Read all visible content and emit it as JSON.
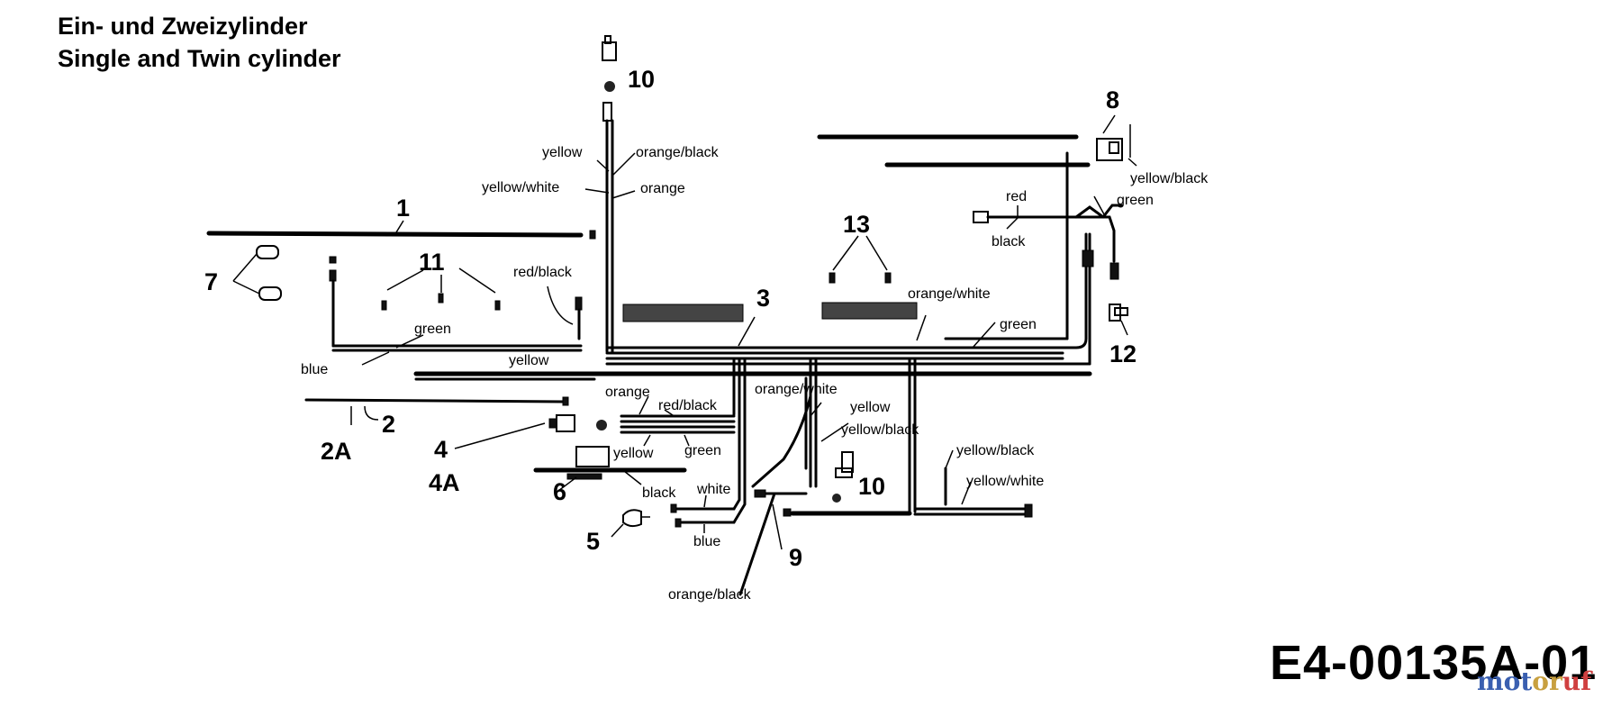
{
  "title": {
    "line1": "Ein- und Zweizylinder",
    "line2": "Single and Twin cylinder"
  },
  "drawing_code": "E4-00135A-01",
  "watermark": {
    "text": "motoruf",
    "colors": [
      "#3a5fb0",
      "#c8a040",
      "#d04040"
    ]
  },
  "callouts": {
    "c1": "1",
    "c2": "2",
    "c2a": "2A",
    "c3": "3",
    "c4": "4",
    "c4a": "4A",
    "c5": "5",
    "c6": "6",
    "c7": "7",
    "c8": "8",
    "c9": "9",
    "c10_top": "10",
    "c10_mid": "10",
    "c11": "11",
    "c12": "12",
    "c13": "13"
  },
  "wire_labels": {
    "yellow_top": "yellow",
    "orange_black_top": "orange/black",
    "yellow_white_top": "yellow/white",
    "orange_top": "orange",
    "red_black_left": "red/black",
    "green_left": "green",
    "blue_left": "blue",
    "yellow_mid": "yellow",
    "orange_mid": "orange",
    "red_black_mid": "red/black",
    "yellow_low": "yellow",
    "green_low": "green",
    "black_low": "black",
    "white_low": "white",
    "blue_low": "blue",
    "orange_black_bottom": "orange/black",
    "orange_white_mid": "orange/white",
    "yellow_right_mid": "yellow",
    "yellow_black_mid": "yellow/black",
    "yellow_black_right": "yellow/black",
    "yellow_white_right": "yellow/white",
    "orange_white_right": "orange/white",
    "green_right": "green",
    "red_right": "red",
    "black_right": "black",
    "yellow_black_top_right": "yellow/black",
    "green_top_right": "green"
  }
}
